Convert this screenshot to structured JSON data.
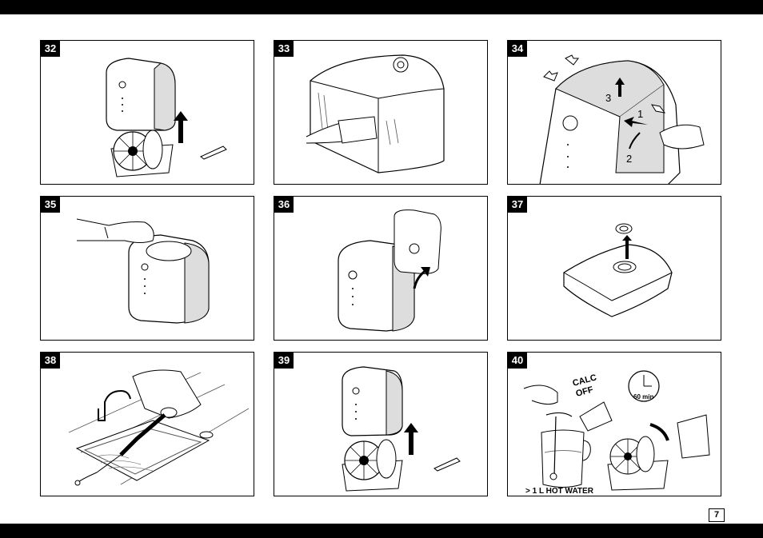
{
  "page_number": "7",
  "panels": [
    {
      "number": "32"
    },
    {
      "number": "33"
    },
    {
      "number": "34",
      "steps": [
        "1",
        "2",
        "3"
      ]
    },
    {
      "number": "35"
    },
    {
      "number": "36"
    },
    {
      "number": "37"
    },
    {
      "number": "38"
    },
    {
      "number": "39"
    },
    {
      "number": "40",
      "calc_label_1": "CALC",
      "calc_label_2": "OFF",
      "timer_label": "60 min",
      "water_label": "> 1 L HOT WATER"
    }
  ]
}
